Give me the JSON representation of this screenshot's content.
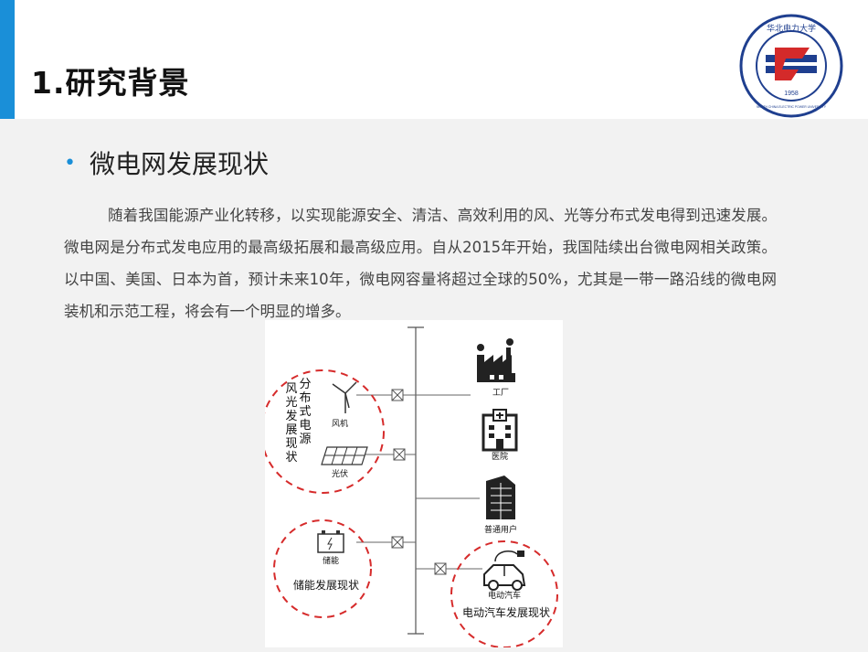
{
  "header": {
    "title": "1.研究背景",
    "accent_color": "#1a8fd8",
    "logo": {
      "icon": "university-logo-icon",
      "arc_text": "华北电力大学",
      "english": "NORTH CHINA ELECTRIC POWER UNIVERSITY",
      "year": "1958"
    }
  },
  "section": {
    "bullet_title": "微电网发展现状",
    "paragraph": "随着我国能源产业化转移，以实现能源安全、清洁、高效利用的风、光等分布式发电得到迅速发展。微电网是分布式发电应用的最高级拓展和最高级应用。自从2015年开始，我国陆续出台微电网相关政策。以中国、美国、日本为首，预计未来10年，微电网容量将超过全球的50%，尤其是一带一路沿线的微电网装机和示范工程，将会有一个明显的增多。"
  },
  "diagram": {
    "left_nodes": [
      {
        "label": "风机",
        "icon": "wind-turbine-icon"
      },
      {
        "label": "光伏",
        "icon": "solar-panel-icon"
      },
      {
        "label": "储能",
        "icon": "battery-icon"
      }
    ],
    "right_nodes": [
      {
        "label": "工厂",
        "icon": "factory-icon"
      },
      {
        "label": "医院",
        "icon": "hospital-icon"
      },
      {
        "label": "普通用户",
        "icon": "residential-building-icon"
      },
      {
        "label": "电动汽车",
        "icon": "electric-car-icon"
      }
    ],
    "group_labels": {
      "renewable": "风光分布式电源发展现状",
      "storage": "储能发展现状",
      "ev": "电动汽车发展现状"
    },
    "dashed_circle_color": "#d62b2b"
  }
}
